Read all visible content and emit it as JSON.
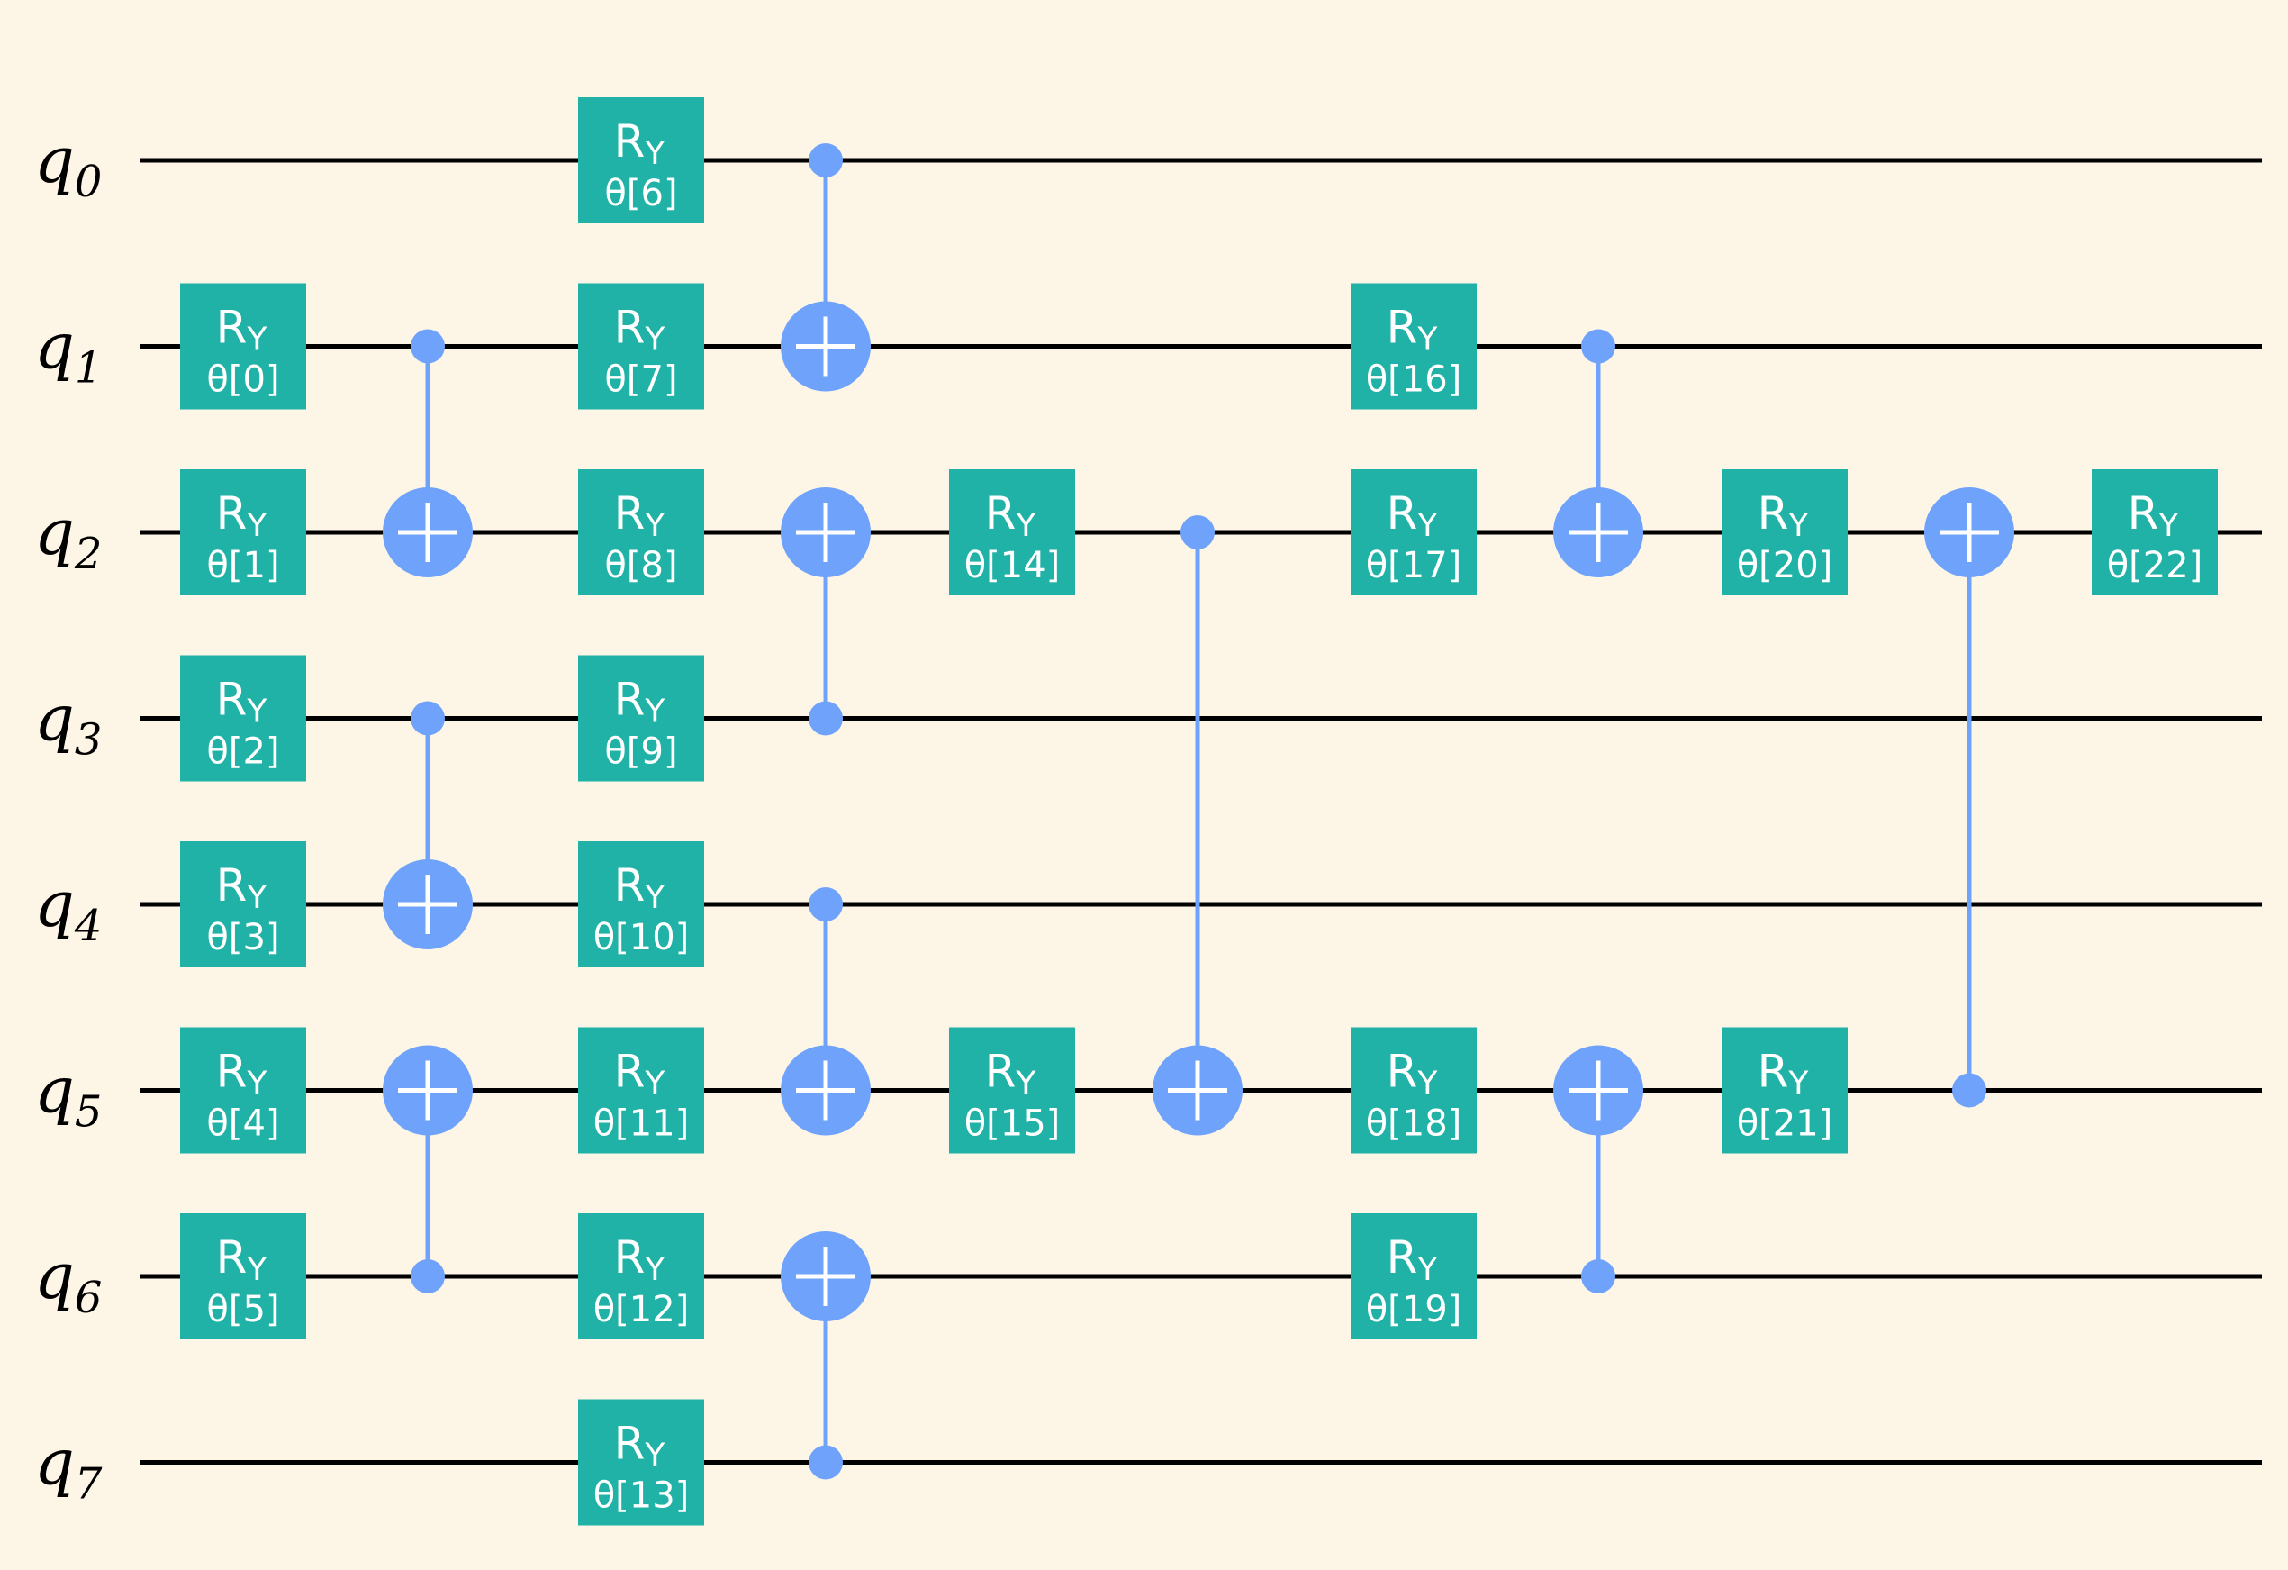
{
  "colors": {
    "background": "#fdf5e6",
    "wire": "#000000",
    "gate": "#20b2a6",
    "gate_text": "#ffffff",
    "cnot": "#6fa3fb"
  },
  "qubits": [
    {
      "label": "q",
      "index": "0"
    },
    {
      "label": "q",
      "index": "1"
    },
    {
      "label": "q",
      "index": "2"
    },
    {
      "label": "q",
      "index": "3"
    },
    {
      "label": "q",
      "index": "4"
    },
    {
      "label": "q",
      "index": "5"
    },
    {
      "label": "q",
      "index": "6"
    },
    {
      "label": "q",
      "index": "7"
    }
  ],
  "gates": [
    {
      "name": "R",
      "sub": "Y",
      "param": "θ[0]",
      "qubit": 1,
      "column": 0
    },
    {
      "name": "R",
      "sub": "Y",
      "param": "θ[1]",
      "qubit": 2,
      "column": 0
    },
    {
      "name": "R",
      "sub": "Y",
      "param": "θ[2]",
      "qubit": 3,
      "column": 0
    },
    {
      "name": "R",
      "sub": "Y",
      "param": "θ[3]",
      "qubit": 4,
      "column": 0
    },
    {
      "name": "R",
      "sub": "Y",
      "param": "θ[4]",
      "qubit": 5,
      "column": 0
    },
    {
      "name": "R",
      "sub": "Y",
      "param": "θ[5]",
      "qubit": 6,
      "column": 0
    },
    {
      "name": "R",
      "sub": "Y",
      "param": "θ[6]",
      "qubit": 0,
      "column": 2
    },
    {
      "name": "R",
      "sub": "Y",
      "param": "θ[7]",
      "qubit": 1,
      "column": 2
    },
    {
      "name": "R",
      "sub": "Y",
      "param": "θ[8]",
      "qubit": 2,
      "column": 2
    },
    {
      "name": "R",
      "sub": "Y",
      "param": "θ[9]",
      "qubit": 3,
      "column": 2
    },
    {
      "name": "R",
      "sub": "Y",
      "param": "θ[10]",
      "qubit": 4,
      "column": 2
    },
    {
      "name": "R",
      "sub": "Y",
      "param": "θ[11]",
      "qubit": 5,
      "column": 2
    },
    {
      "name": "R",
      "sub": "Y",
      "param": "θ[12]",
      "qubit": 6,
      "column": 2
    },
    {
      "name": "R",
      "sub": "Y",
      "param": "θ[13]",
      "qubit": 7,
      "column": 2
    },
    {
      "name": "R",
      "sub": "Y",
      "param": "θ[14]",
      "qubit": 2,
      "column": 4
    },
    {
      "name": "R",
      "sub": "Y",
      "param": "θ[15]",
      "qubit": 5,
      "column": 4
    },
    {
      "name": "R",
      "sub": "Y",
      "param": "θ[16]",
      "qubit": 1,
      "column": 6
    },
    {
      "name": "R",
      "sub": "Y",
      "param": "θ[17]",
      "qubit": 2,
      "column": 6
    },
    {
      "name": "R",
      "sub": "Y",
      "param": "θ[18]",
      "qubit": 5,
      "column": 6
    },
    {
      "name": "R",
      "sub": "Y",
      "param": "θ[19]",
      "qubit": 6,
      "column": 6
    },
    {
      "name": "R",
      "sub": "Y",
      "param": "θ[20]",
      "qubit": 2,
      "column": 8
    },
    {
      "name": "R",
      "sub": "Y",
      "param": "θ[21]",
      "qubit": 5,
      "column": 8
    },
    {
      "name": "R",
      "sub": "Y",
      "param": "θ[22]",
      "qubit": 2,
      "column": 10
    }
  ],
  "cnots": [
    {
      "control": 1,
      "target": 2,
      "column": 1
    },
    {
      "control": 3,
      "target": 4,
      "column": 1
    },
    {
      "control": 6,
      "target": 5,
      "column": 1
    },
    {
      "control": 0,
      "target": 1,
      "column": 3
    },
    {
      "control": 3,
      "target": 2,
      "column": 3
    },
    {
      "control": 4,
      "target": 5,
      "column": 3
    },
    {
      "control": 7,
      "target": 6,
      "column": 3
    },
    {
      "control": 2,
      "target": 5,
      "column": 5
    },
    {
      "control": 1,
      "target": 2,
      "column": 7
    },
    {
      "control": 6,
      "target": 5,
      "column": 7
    },
    {
      "control": 5,
      "target": 2,
      "column": 9
    }
  ]
}
